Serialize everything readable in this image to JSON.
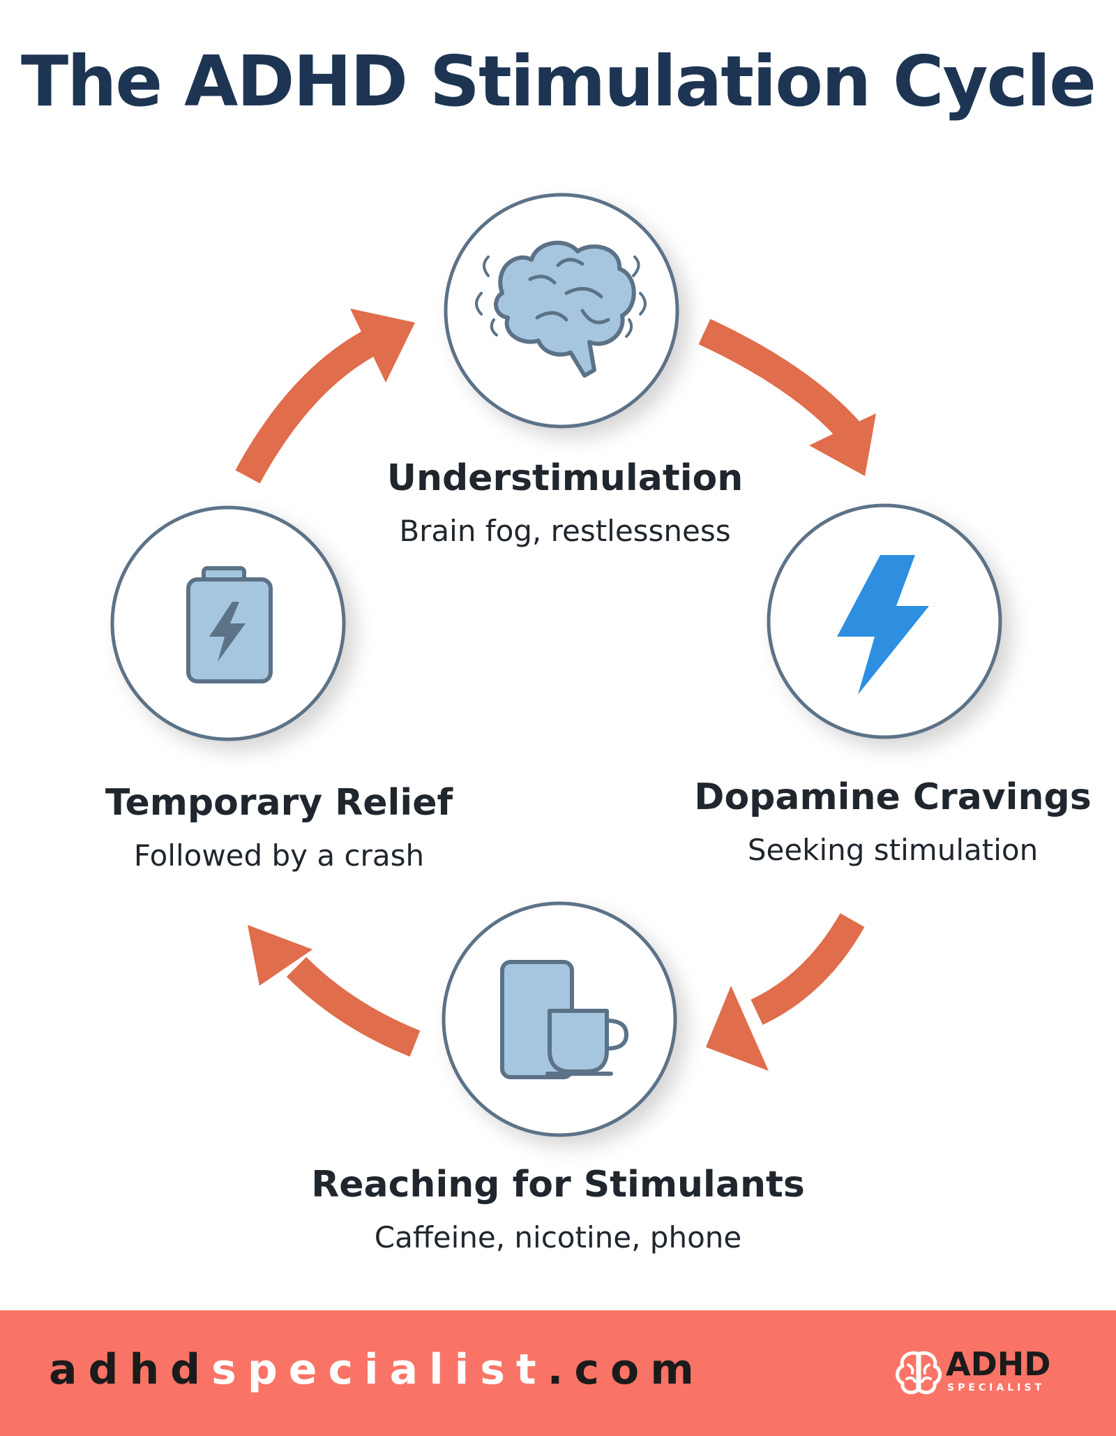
{
  "title": "The ADHD Stimulation Cycle",
  "colors": {
    "title": "#1d3553",
    "text": "#20262e",
    "arrow": "#e06d4c",
    "circle_border": "#5b7287",
    "icon_fill": "#a6c6df",
    "icon_stroke": "#5b7287",
    "bolt": "#2e8fe0",
    "footer_bg": "#f97466",
    "footer_dark": "#1b1b1b",
    "footer_light": "#ffffff"
  },
  "steps": [
    {
      "title": "Understimulation",
      "subtitle": "Brain fog, restlessness",
      "icon": "brain-icon"
    },
    {
      "title": "Dopamine Cravings",
      "subtitle": "Seeking stimulation",
      "icon": "lightning-bolt-icon"
    },
    {
      "title": "Reaching for Stimulants",
      "subtitle": "Caffeine, nicotine, phone",
      "icon": "phone-and-coffee-icon"
    },
    {
      "title": "Temporary Relief",
      "subtitle": "Followed by a crash",
      "icon": "battery-icon"
    }
  ],
  "footer": {
    "url_part1": "adhd",
    "url_part2": "specialist",
    "url_part3": ".com",
    "logo_text": "ADHD",
    "logo_sub": "SPECIALIST",
    "logo_icon": "brain-logo-icon"
  }
}
